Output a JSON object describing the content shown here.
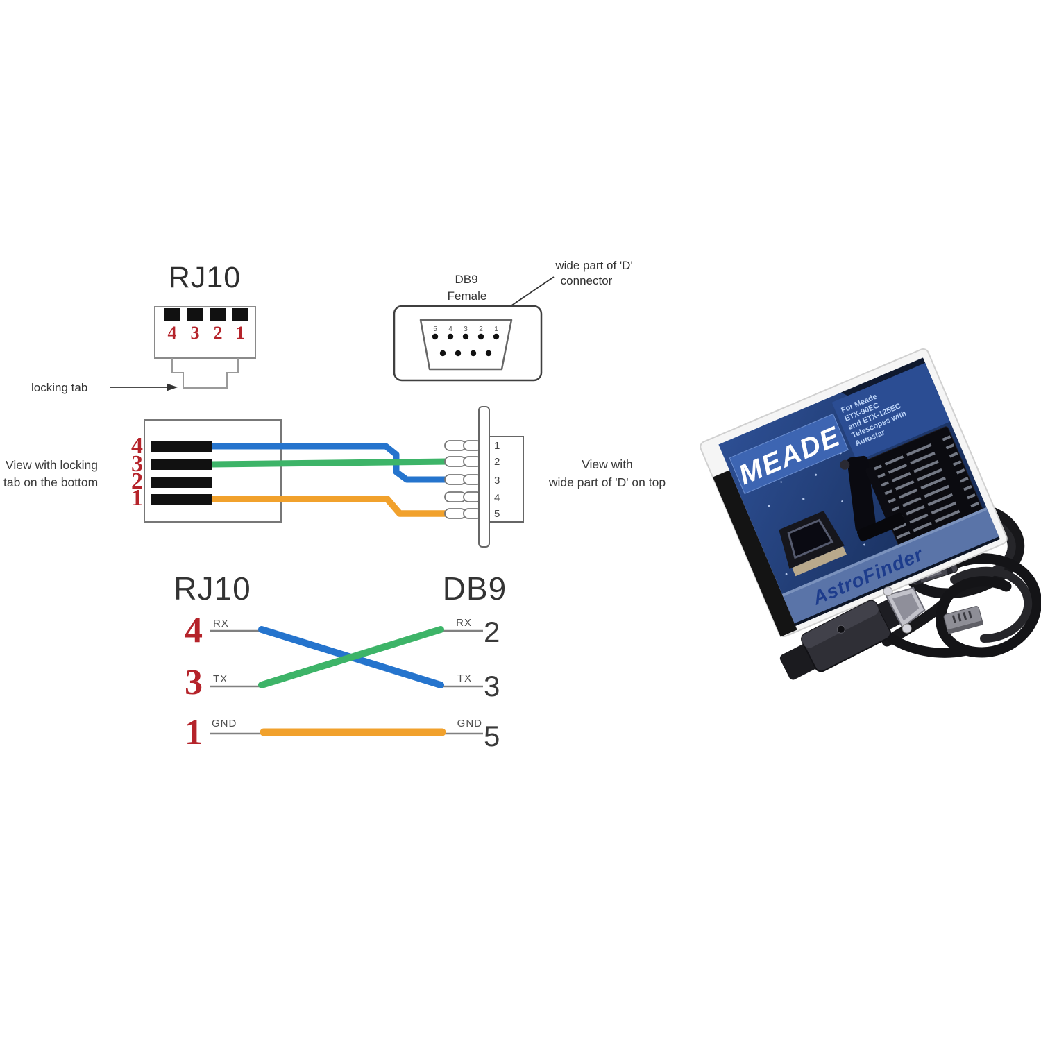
{
  "colors": {
    "wire_blue": "#2574cd",
    "wire_green": "#3db468",
    "wire_orange": "#f1a12c",
    "pin_number_red": "#b5232a",
    "outline_gray": "#8d8d8d",
    "text_dark": "#3c3c3c",
    "cover_blue": "#2a4a8a",
    "band_blue": "#3d65b2"
  },
  "top_rj10": {
    "title": "RJ10",
    "pin_labels": [
      "4",
      "3",
      "2",
      "1"
    ],
    "locking_tab_label": "locking tab"
  },
  "top_db9": {
    "title": "DB9",
    "subtitle": "Female",
    "annotation_line1": "wide part of 'D'",
    "annotation_line2": "connector",
    "pin_labels_top": [
      "5",
      "4",
      "3",
      "2",
      "1"
    ]
  },
  "middle": {
    "left_caption_line1": "View with locking",
    "left_caption_line2": "tab on the bottom",
    "right_caption_line1": "View with",
    "right_caption_line2": "wide part of 'D' on top",
    "rj10_pin_labels": [
      "4",
      "3",
      "2",
      "1"
    ],
    "db9_pin_labels": [
      "1",
      "2",
      "3",
      "4",
      "5"
    ]
  },
  "bottom": {
    "left_header": "RJ10",
    "right_header": "DB9",
    "rows_left": [
      {
        "pin": "4",
        "signal": "RX"
      },
      {
        "pin": "3",
        "signal": "TX"
      },
      {
        "pin": "1",
        "signal": "GND"
      }
    ],
    "rows_right": [
      {
        "signal": "RX",
        "pin": "2"
      },
      {
        "signal": "TX",
        "pin": "3"
      },
      {
        "signal": "GND",
        "pin": "5"
      }
    ]
  },
  "connections": [
    {
      "from": "RJ10 pin 4 (RX)",
      "to": "DB9 pin 3 (TX)",
      "color": "#2574cd"
    },
    {
      "from": "RJ10 pin 3 (TX)",
      "to": "DB9 pin 2 (RX)",
      "color": "#3db468"
    },
    {
      "from": "RJ10 pin 1 (GND)",
      "to": "DB9 pin 5 (GND)",
      "color": "#f1a12c"
    }
  ],
  "photo": {
    "brand": "MEADE",
    "product_name": "AstroFinder",
    "cover_lines": [
      "For Meade",
      "ETX-90EC",
      "and ETX-125EC",
      "Telescopes with",
      "Autostar"
    ]
  }
}
